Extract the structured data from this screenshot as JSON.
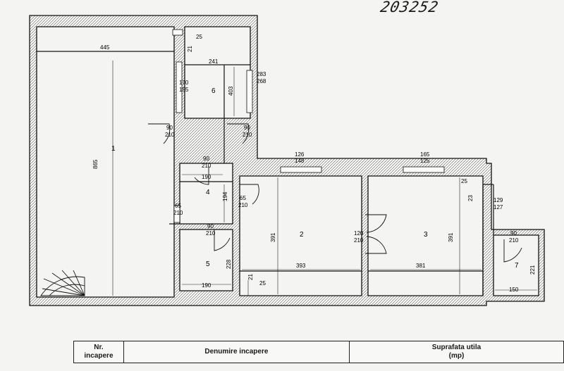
{
  "document_number": "203252",
  "plan": {
    "rooms": [
      {
        "id": "room-1",
        "label": "1"
      },
      {
        "id": "room-2",
        "label": "2"
      },
      {
        "id": "room-3",
        "label": "3"
      },
      {
        "id": "room-4",
        "label": "4"
      },
      {
        "id": "room-5",
        "label": "5"
      },
      {
        "id": "room-6",
        "label": "6"
      },
      {
        "id": "room-7",
        "label": "7"
      }
    ],
    "dimensions": {
      "d445": "445",
      "d865": "865",
      "d25a": "25",
      "d21a": "21",
      "d241": "241",
      "d403": "403",
      "d170": "170",
      "d155": "155",
      "d283": "283",
      "d268": "268",
      "door90a": "90",
      "door210a": "210",
      "door90b": "90",
      "door210b": "210",
      "door90c": "90",
      "door210c": "210",
      "d190a": "190",
      "d194": "194",
      "door65a": "65",
      "door210d": "210",
      "door65b": "65",
      "door210e": "210",
      "door90d": "90",
      "door210f": "210",
      "d228": "228",
      "d190b": "190",
      "d126": "126",
      "d148": "148",
      "d165": "165",
      "d125": "125",
      "d391a": "391",
      "d393": "393",
      "d21b": "21",
      "d25b": "25",
      "door120": "120",
      "door210g": "210",
      "d391b": "391",
      "d381": "381",
      "d25c": "25",
      "d23": "23",
      "d129": "129",
      "d127": "127",
      "door90e": "90",
      "door210h": "210",
      "d221": "221",
      "d150": "150"
    }
  },
  "legend": {
    "col1": [
      "Nr.",
      "incapere"
    ],
    "col2": "Denumire incapere",
    "col3": [
      "Suprafata utila",
      "(mp)"
    ]
  }
}
